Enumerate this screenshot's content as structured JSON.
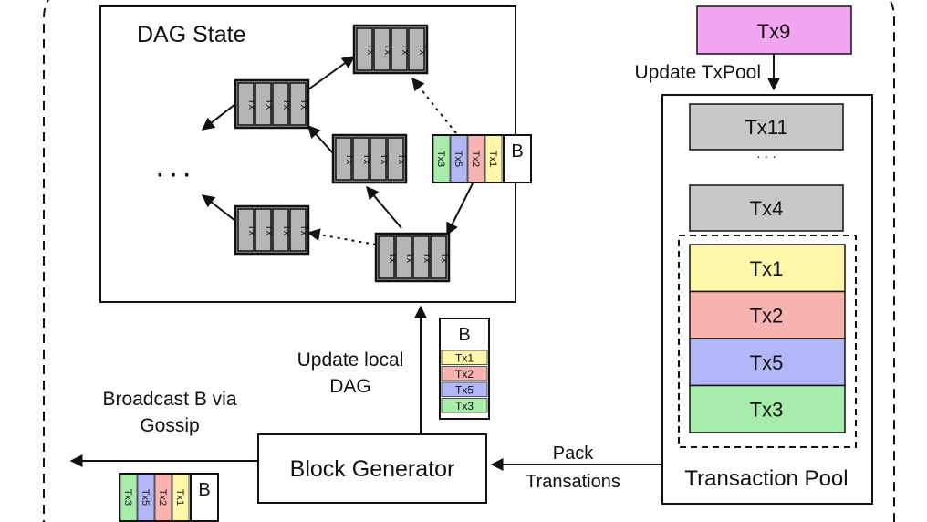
{
  "dag_state": {
    "title": "DAG State",
    "block_tx_label": "Tx",
    "ellipsis": "· · ·",
    "new_block": {
      "label": "B",
      "txs": [
        "Tx1",
        "Tx2",
        "Tx5",
        "Tx3"
      ]
    }
  },
  "incoming_tx": {
    "label": "Tx9",
    "color": "#f2a6f2"
  },
  "update_txpool_label": "Update TxPool",
  "transaction_pool": {
    "title": "Transaction Pool",
    "pending": [
      "Tx11",
      "Tx4"
    ],
    "ellipsis": "· · ·",
    "selected": [
      {
        "label": "Tx1",
        "color": "#fef6a8"
      },
      {
        "label": "Tx2",
        "color": "#f7b3b0"
      },
      {
        "label": "Tx5",
        "color": "#b3b6f7"
      },
      {
        "label": "Tx3",
        "color": "#a8ecab"
      }
    ]
  },
  "block_generator": {
    "label": "Block Generator"
  },
  "pack_label": [
    "Pack",
    "Transations"
  ],
  "update_local_dag_label": [
    "Update local",
    "DAG"
  ],
  "broadcast_label": [
    "Broadcast B via",
    "Gossip"
  ],
  "generated_block": {
    "label": "B",
    "txs": [
      "Tx1",
      "Tx2",
      "Tx5",
      "Tx3"
    ]
  },
  "broadcast_block": {
    "label": "B",
    "txs": [
      "Tx1",
      "Tx2",
      "Tx5",
      "Tx3"
    ]
  },
  "colors": {
    "tx1": "#fef6a8",
    "tx2": "#f7b3b0",
    "tx5": "#b3b6f7",
    "tx3": "#a8ecab",
    "block_gray": "#9a9a9a",
    "pool_gray": "#c8c8c8"
  }
}
